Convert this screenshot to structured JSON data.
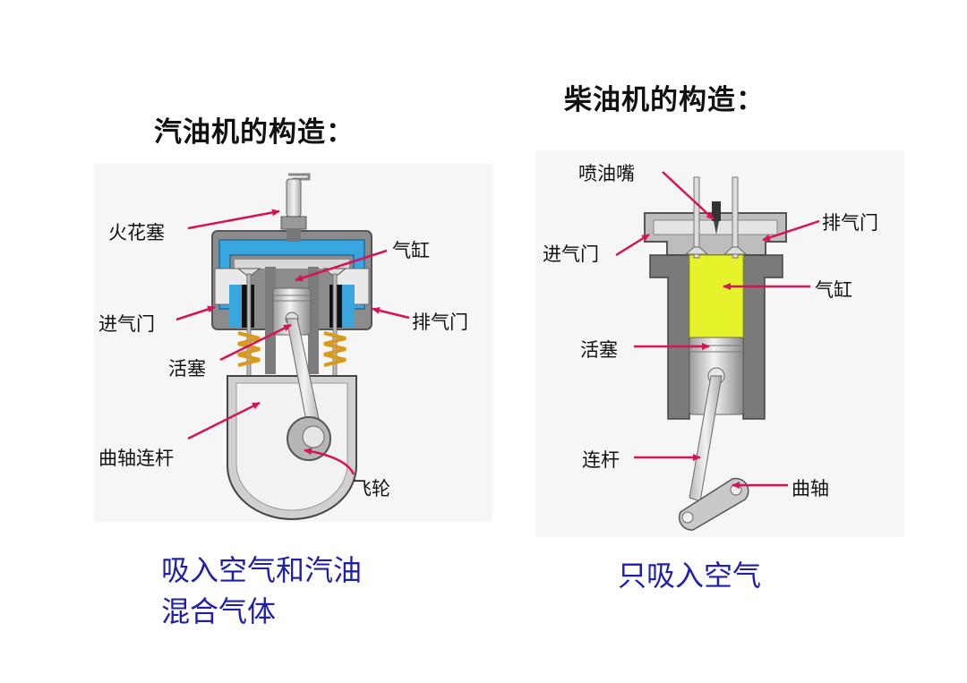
{
  "gasoline": {
    "title": "汽油机的构造：",
    "labels": {
      "spark_plug": "火花塞",
      "cylinder": "气缸",
      "intake_valve": "进气门",
      "exhaust_valve": "排气门",
      "piston": "活塞",
      "crank_rod": "曲轴连杆",
      "flywheel": "飞轮"
    },
    "caption_line1": "吸入空气和汽油",
    "caption_line2": "混合气体"
  },
  "diesel": {
    "title": "柴油机的构造：",
    "labels": {
      "injector": "喷油嘴",
      "exhaust_valve": "排气门",
      "intake_valve": "进气门",
      "cylinder": "气缸",
      "piston": "活塞",
      "connecting_rod": "连杆",
      "crankshaft": "曲轴"
    },
    "caption": "只吸入空气"
  },
  "colors": {
    "arrow": "#d4145a",
    "caption": "#1f1fa8",
    "coolant": "#3aa6e0",
    "fuel_mix": "#e6f22a",
    "spring": "#e0a020"
  }
}
